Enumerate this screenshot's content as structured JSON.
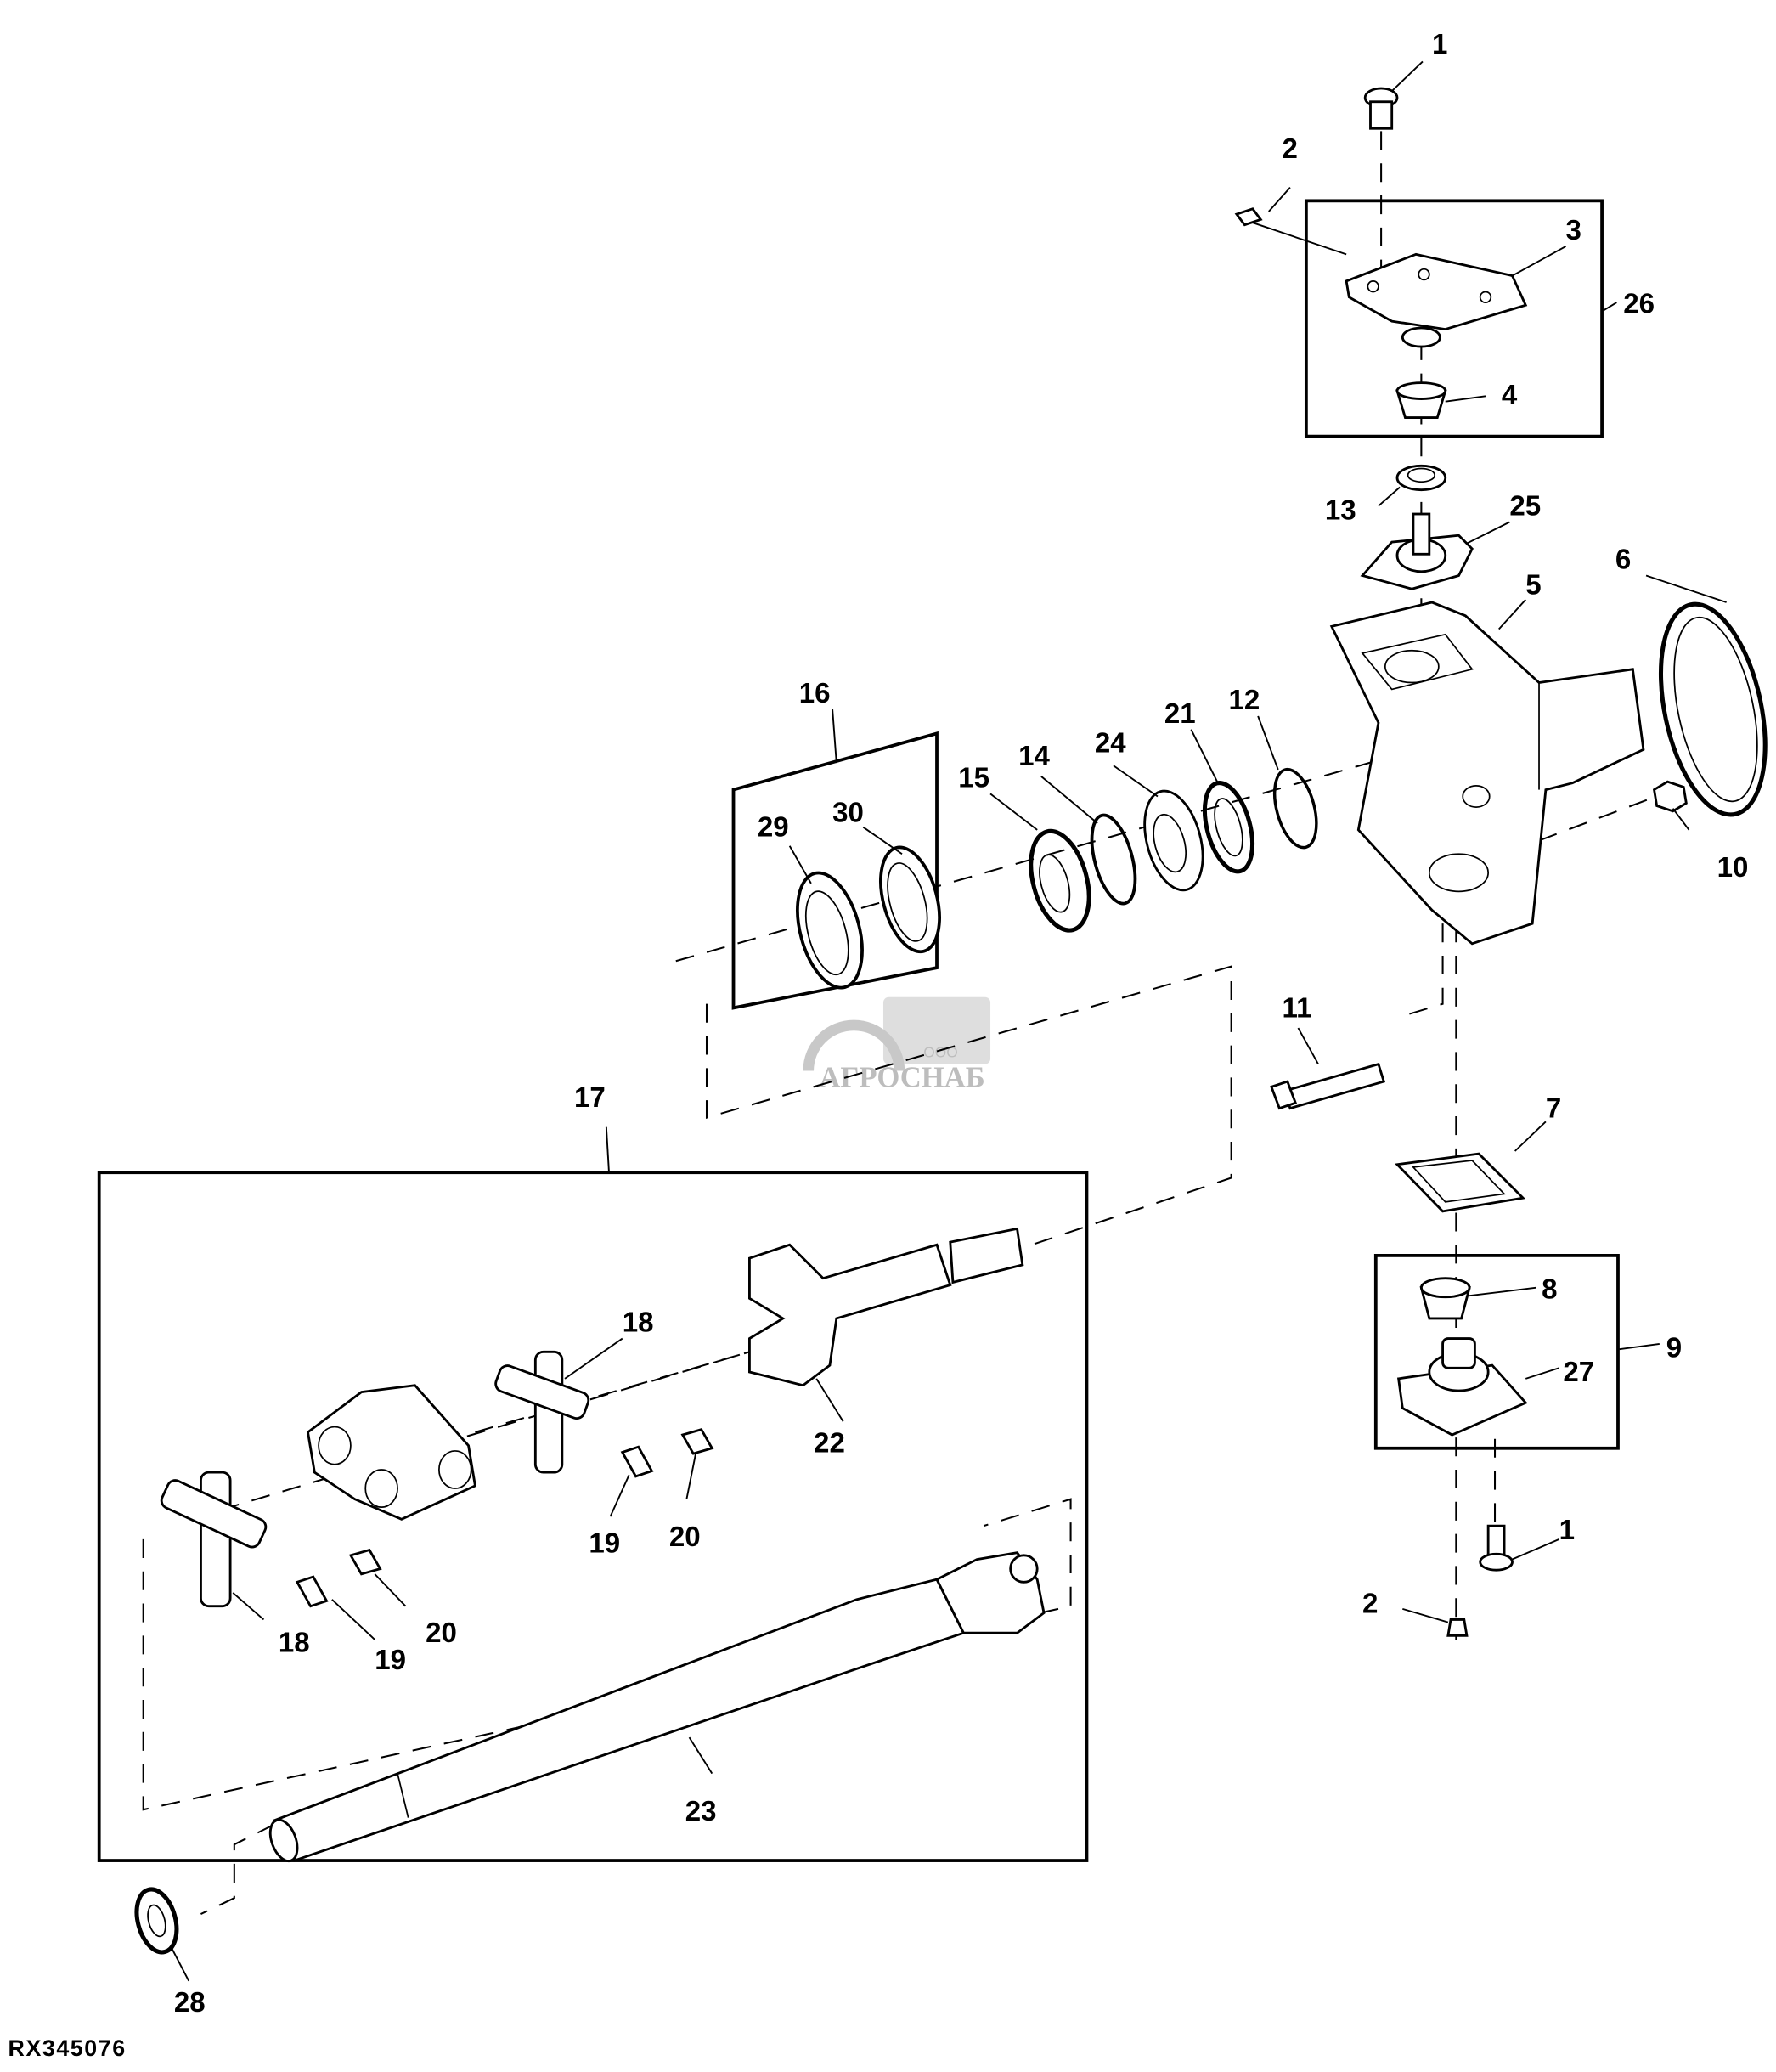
{
  "diagram": {
    "figure_code": "RX345076",
    "watermark": {
      "small": "ООО",
      "brand": "АГРОСНАБ"
    },
    "callouts": [
      {
        "id": "c1-top",
        "text": "1"
      },
      {
        "id": "c2-top",
        "text": "2"
      },
      {
        "id": "c3",
        "text": "3"
      },
      {
        "id": "c26",
        "text": "26"
      },
      {
        "id": "c4",
        "text": "4"
      },
      {
        "id": "c13",
        "text": "13"
      },
      {
        "id": "c25",
        "text": "25"
      },
      {
        "id": "c5",
        "text": "5"
      },
      {
        "id": "c6",
        "text": "6"
      },
      {
        "id": "c16",
        "text": "16"
      },
      {
        "id": "c15",
        "text": "15"
      },
      {
        "id": "c14",
        "text": "14"
      },
      {
        "id": "c24",
        "text": "24"
      },
      {
        "id": "c21",
        "text": "21"
      },
      {
        "id": "c12",
        "text": "12"
      },
      {
        "id": "c29",
        "text": "29"
      },
      {
        "id": "c30",
        "text": "30"
      },
      {
        "id": "c10",
        "text": "10"
      },
      {
        "id": "c11",
        "text": "11"
      },
      {
        "id": "c7",
        "text": "7"
      },
      {
        "id": "c17",
        "text": "17"
      },
      {
        "id": "c8",
        "text": "8"
      },
      {
        "id": "c9",
        "text": "9"
      },
      {
        "id": "c27",
        "text": "27"
      },
      {
        "id": "c18-upper",
        "text": "18"
      },
      {
        "id": "c22",
        "text": "22"
      },
      {
        "id": "c19-upper",
        "text": "19"
      },
      {
        "id": "c20-upper",
        "text": "20"
      },
      {
        "id": "c1-bottom",
        "text": "1"
      },
      {
        "id": "c2-bottom",
        "text": "2"
      },
      {
        "id": "c18-lower",
        "text": "18"
      },
      {
        "id": "c19-lower",
        "text": "19"
      },
      {
        "id": "c20-lower",
        "text": "20"
      },
      {
        "id": "c23",
        "text": "23"
      },
      {
        "id": "c28",
        "text": "28"
      }
    ]
  }
}
